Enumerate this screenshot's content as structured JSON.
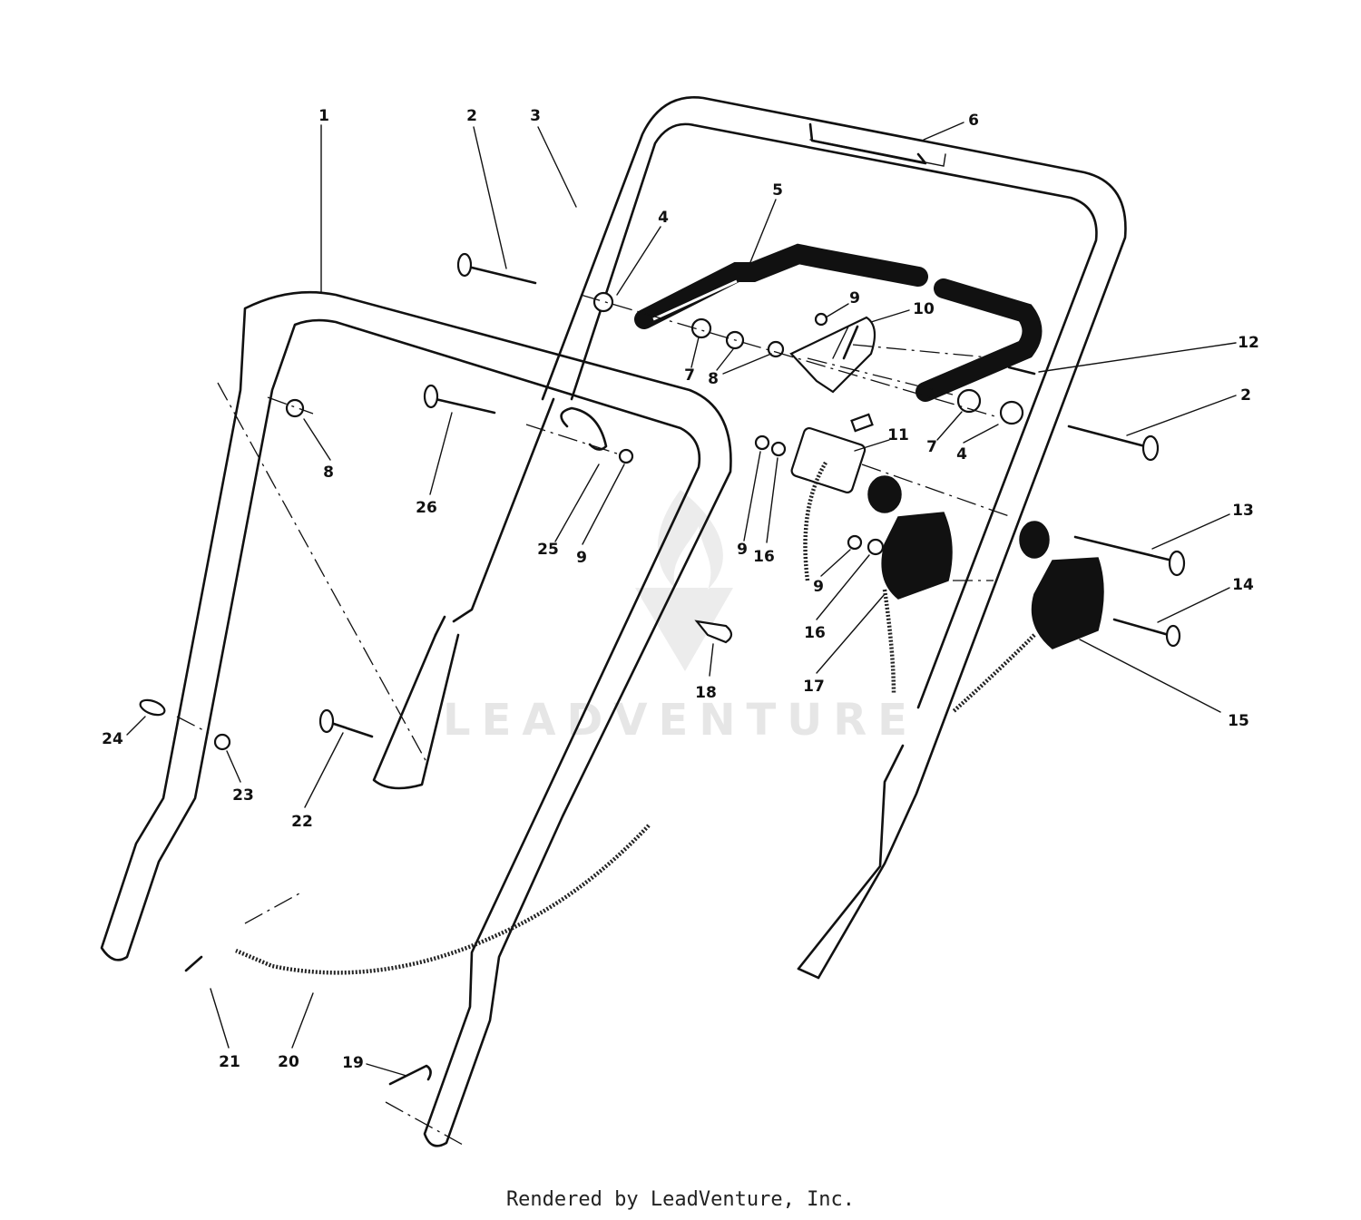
{
  "watermark": {
    "text": "LEADVENTURE"
  },
  "footer": {
    "credit": "Rendered by LeadVenture, Inc."
  },
  "callouts": [
    {
      "id": "1",
      "text": "1"
    },
    {
      "id": "2a",
      "text": "2"
    },
    {
      "id": "3",
      "text": "3"
    },
    {
      "id": "6",
      "text": "6"
    },
    {
      "id": "5",
      "text": "5"
    },
    {
      "id": "4a",
      "text": "4"
    },
    {
      "id": "9a",
      "text": "9"
    },
    {
      "id": "10",
      "text": "10"
    },
    {
      "id": "12",
      "text": "12"
    },
    {
      "id": "2b",
      "text": "2"
    },
    {
      "id": "7a",
      "text": "7"
    },
    {
      "id": "8a",
      "text": "8"
    },
    {
      "id": "8b",
      "text": "8"
    },
    {
      "id": "7b",
      "text": "7"
    },
    {
      "id": "4b",
      "text": "4"
    },
    {
      "id": "11",
      "text": "11"
    },
    {
      "id": "26",
      "text": "26"
    },
    {
      "id": "25",
      "text": "25"
    },
    {
      "id": "9b",
      "text": "9"
    },
    {
      "id": "9c",
      "text": "9"
    },
    {
      "id": "16a",
      "text": "16"
    },
    {
      "id": "13",
      "text": "13"
    },
    {
      "id": "14",
      "text": "14"
    },
    {
      "id": "9d",
      "text": "9"
    },
    {
      "id": "16b",
      "text": "16"
    },
    {
      "id": "17",
      "text": "17"
    },
    {
      "id": "18",
      "text": "18"
    },
    {
      "id": "15",
      "text": "15"
    },
    {
      "id": "24",
      "text": "24"
    },
    {
      "id": "23",
      "text": "23"
    },
    {
      "id": "22",
      "text": "22"
    },
    {
      "id": "21",
      "text": "21"
    },
    {
      "id": "20",
      "text": "20"
    },
    {
      "id": "19",
      "text": "19"
    }
  ]
}
